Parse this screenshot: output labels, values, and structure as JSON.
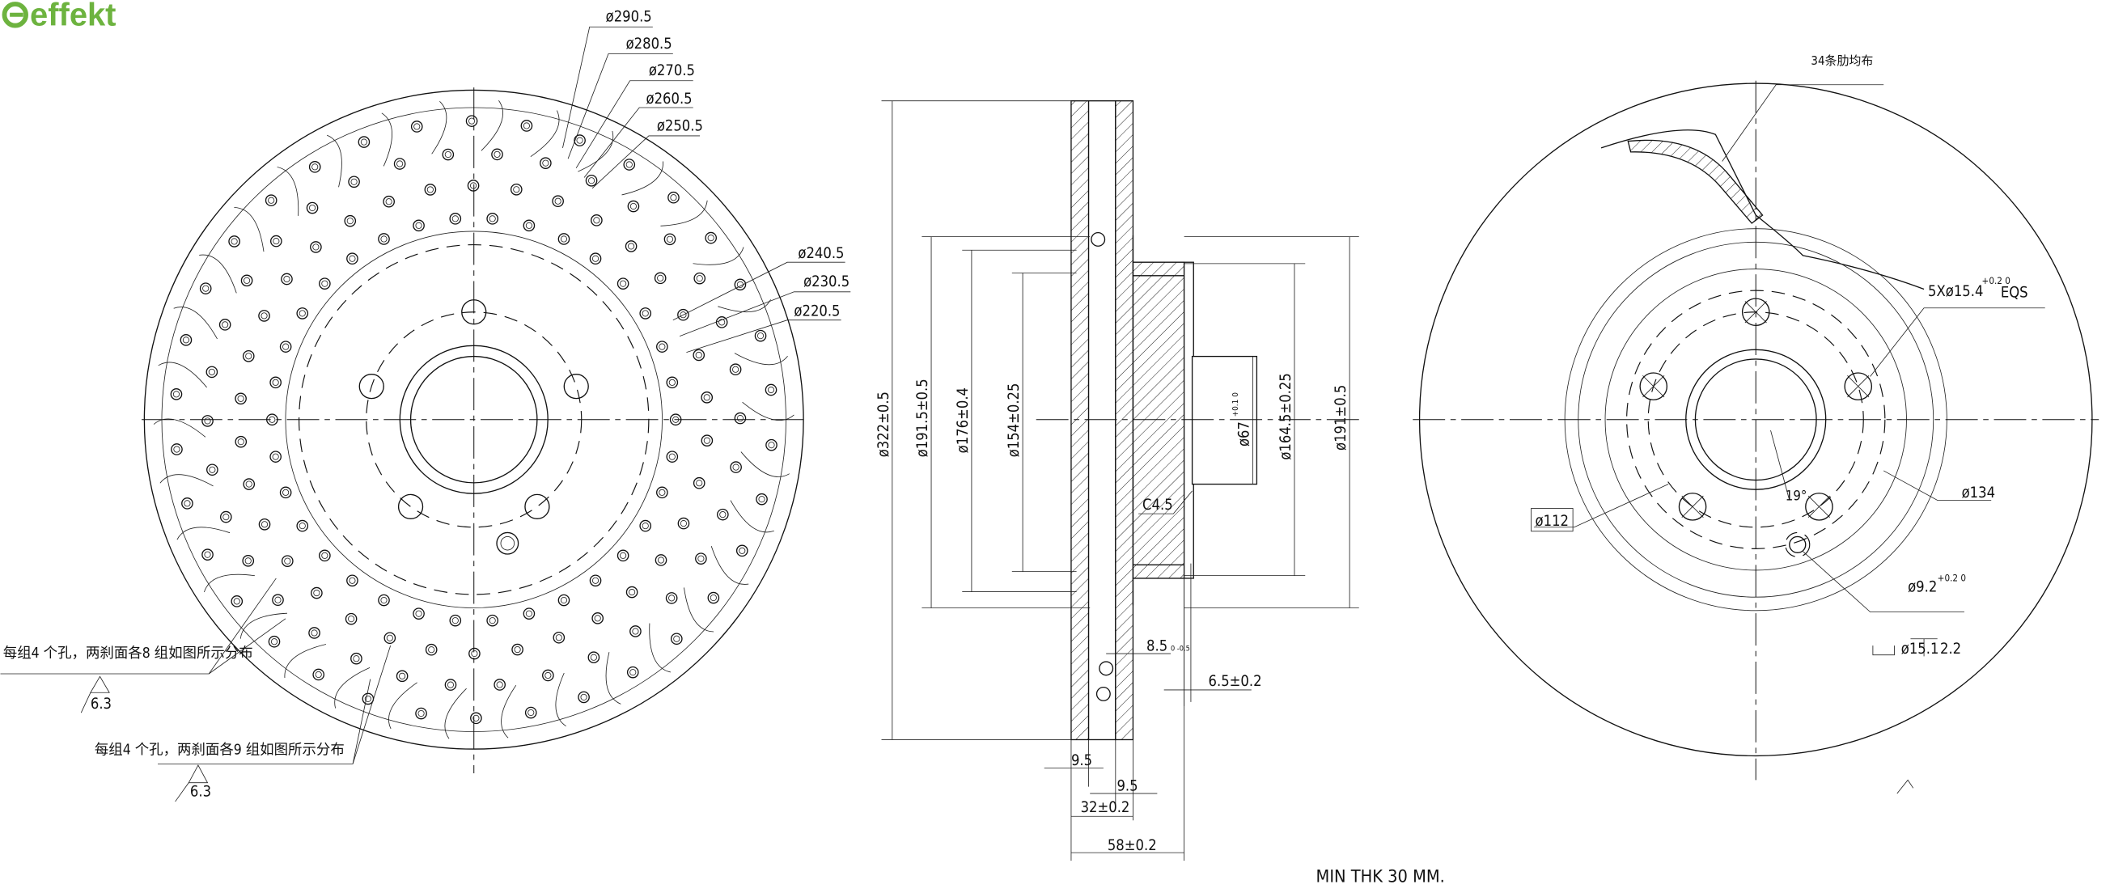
{
  "brand": {
    "name": "effekt",
    "color": "#6db33f"
  },
  "front_view": {
    "diameters": [
      "ø290.5",
      "ø280.5",
      "ø270.5",
      "ø260.5",
      "ø250.5",
      "ø240.5",
      "ø230.5",
      "ø220.5"
    ],
    "note_1": "每组4 个孔，两刹面各8 组如图所示分布",
    "note_2": "每组4 个孔，两刹面各9 组如图所示分布",
    "roughness_1": "6.3",
    "roughness_2": "6.3"
  },
  "section_view": {
    "d_outer": "ø322±0.5",
    "d_191_5": "ø191.5±0.5",
    "d_176": "ø176±0.4",
    "d_154": "ø154±0.25",
    "d_bore": "ø67",
    "d_bore_tol": "+0.1 0",
    "d_164_5": "ø164.5±0.25",
    "d_191": "ø191±0.5",
    "chamfer": "C4.5",
    "vent_width": "8.5",
    "vent_tol": "0 -0.5",
    "hat_thk": "6.5±0.2",
    "plate_1": "9.5",
    "plate_2": "9.5",
    "thickness": "32±0.2",
    "height": "58±0.2"
  },
  "rear_view": {
    "ribs": "34条肋均布",
    "bolt_holes": "5Xø15.4",
    "bolt_tol": "+0.2 0",
    "bolt_suffix": "EQS",
    "pcd": "ø134",
    "d_112": "ø112",
    "angle": "19°",
    "screw_hole": "ø9.2",
    "screw_tol": "+0.2 0",
    "counterbore": "ø15.1",
    "counterbore_depth": "2.2"
  },
  "footer": {
    "min_thk": "MIN THK 30 MM."
  }
}
